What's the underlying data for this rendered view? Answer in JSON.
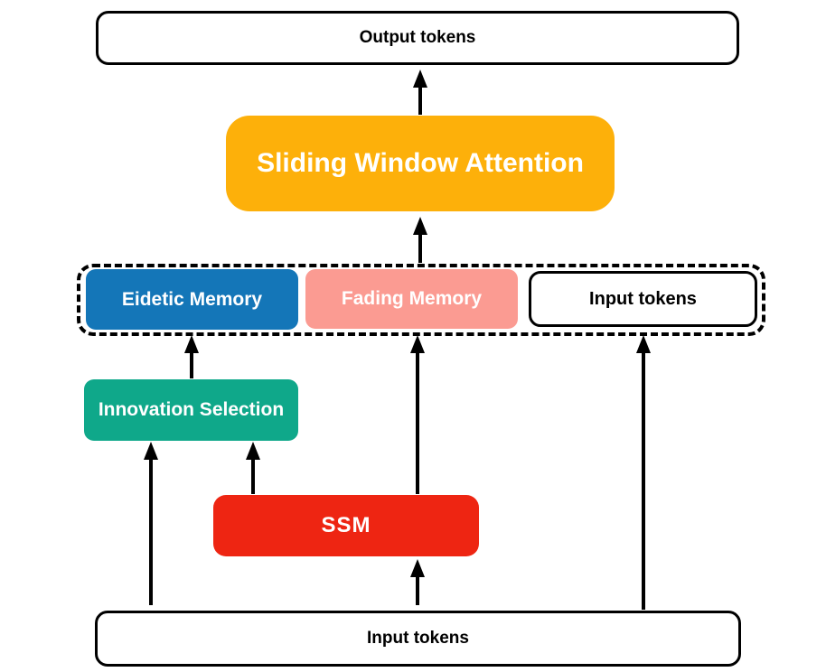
{
  "diagram": {
    "type": "architecture-flow-diagram",
    "nodes": {
      "output_tokens": {
        "label": "Output tokens",
        "fill": "#ffffff",
        "text_color": "#000000"
      },
      "sliding_window_attention": {
        "label": "Sliding Window Attention",
        "fill": "#FDB00A",
        "text_color": "#ffffff"
      },
      "eidetic_memory": {
        "label": "Eidetic Memory",
        "fill": "#1476B8",
        "text_color": "#ffffff"
      },
      "fading_memory": {
        "label": "Fading Memory",
        "fill": "#FB9B92",
        "text_color": "#ffffff"
      },
      "input_tokens_inner": {
        "label": "Input tokens",
        "fill": "#ffffff",
        "text_color": "#000000"
      },
      "innovation_selection": {
        "label": "Innovation Selection",
        "fill": "#0FA88A",
        "text_color": "#ffffff"
      },
      "ssm": {
        "label": "SSM",
        "fill": "#EE2512",
        "text_color": "#ffffff"
      },
      "input_tokens_bottom": {
        "label": "Input tokens",
        "fill": "#ffffff",
        "text_color": "#000000"
      }
    },
    "groups": {
      "memory_group": {
        "style": "dashed-border",
        "members": [
          "eidetic_memory",
          "fading_memory",
          "input_tokens_inner"
        ]
      }
    },
    "edges": [
      {
        "from": "sliding_window_attention",
        "to": "output_tokens"
      },
      {
        "from": "memory_group",
        "to": "sliding_window_attention"
      },
      {
        "from": "innovation_selection",
        "to": "eidetic_memory"
      },
      {
        "from": "ssm",
        "to": "fading_memory"
      },
      {
        "from": "input_tokens_bottom",
        "to": "input_tokens_inner"
      },
      {
        "from": "input_tokens_bottom",
        "to": "innovation_selection"
      },
      {
        "from": "ssm",
        "to": "innovation_selection"
      },
      {
        "from": "input_tokens_bottom",
        "to": "ssm"
      }
    ]
  }
}
